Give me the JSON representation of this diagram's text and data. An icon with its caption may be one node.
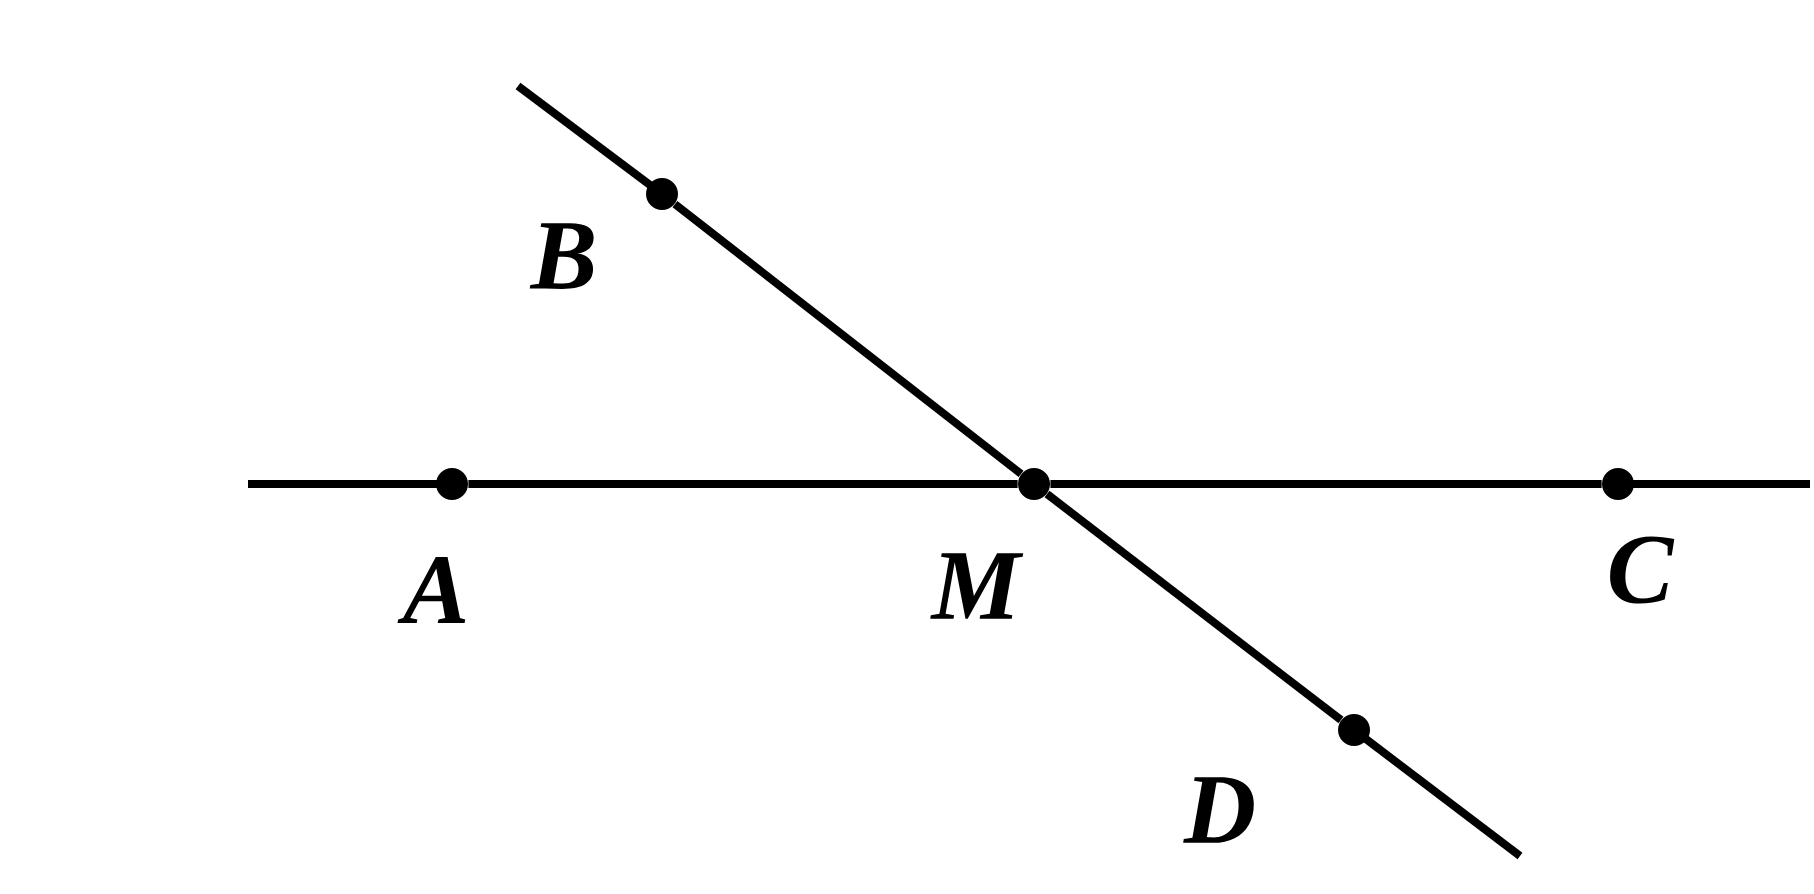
{
  "diagram": {
    "nodes": [
      {
        "text": [
          "B"
        ]
      },
      {
        "text": [
          "A"
        ]
      },
      {
        "text": [
          "M"
        ]
      },
      {
        "text": [
          "C"
        ]
      },
      {
        "text": [
          "D"
        ]
      }
    ],
    "edges": [
      {
        "from": 1,
        "to": 2,
        "arrow": "none"
      },
      {
        "from": 2,
        "to": 3,
        "arrow": "none"
      },
      {
        "from": 0,
        "to": 2,
        "arrow": "none"
      },
      {
        "from": 2,
        "to": 4,
        "arrow": "none"
      }
    ]
  }
}
